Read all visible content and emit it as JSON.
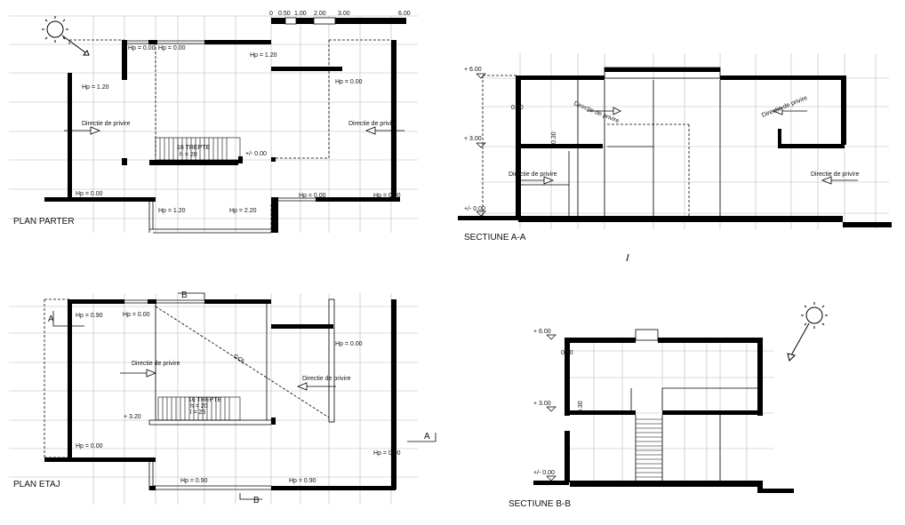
{
  "plans": {
    "ground": {
      "title": "PLAN PARTER",
      "hp_labels": [
        "Hp = 0.00",
        "Hp = 0.00",
        "Hp = 1.20",
        "Hp = 1.20",
        "Hp = 0.00",
        "Hp = 0.00",
        "Hp = 1.20",
        "Hp = 2.20",
        "Hp = 0.00",
        "Hp = 0.00"
      ],
      "stairs": "16 TREPTE",
      "stairs_h": "h = 20",
      "level": "+/- 0.00",
      "view_dir": "Directie de privire"
    },
    "upper": {
      "title": "PLAN ETAJ",
      "hp_labels": [
        "Hp = 0.90",
        "Hp = 0.00",
        "Hp = 0.00",
        "Hp = 0.00",
        "Hp = 0.00",
        "Hp = 0.90",
        "Hp = 0.90"
      ],
      "stairs": "16 TREPTE",
      "stairs_h": "h = 20",
      "stairs_l": "l = 25",
      "level": "+ 3.20",
      "void": "GOL",
      "view_dir": "Directie de privire",
      "section_a": "A",
      "section_b": "B"
    }
  },
  "scale_bar": [
    "0",
    "0.50",
    "1.00",
    "2.00",
    "3.00",
    "6.00"
  ],
  "sections": {
    "aa": {
      "title": "SECTIUNE A-A",
      "levels": [
        "+ 6.00",
        "+ 3.00",
        "+/- 0.00"
      ],
      "dims": [
        "0.30",
        "0.30"
      ],
      "view_dir": "Directie de privire"
    },
    "bb": {
      "title": "SECTIUNE B-B",
      "levels": [
        "+ 6.00",
        "+ 3.00",
        "+/- 0.00"
      ],
      "dims": [
        "0.30",
        "0.30"
      ]
    }
  }
}
